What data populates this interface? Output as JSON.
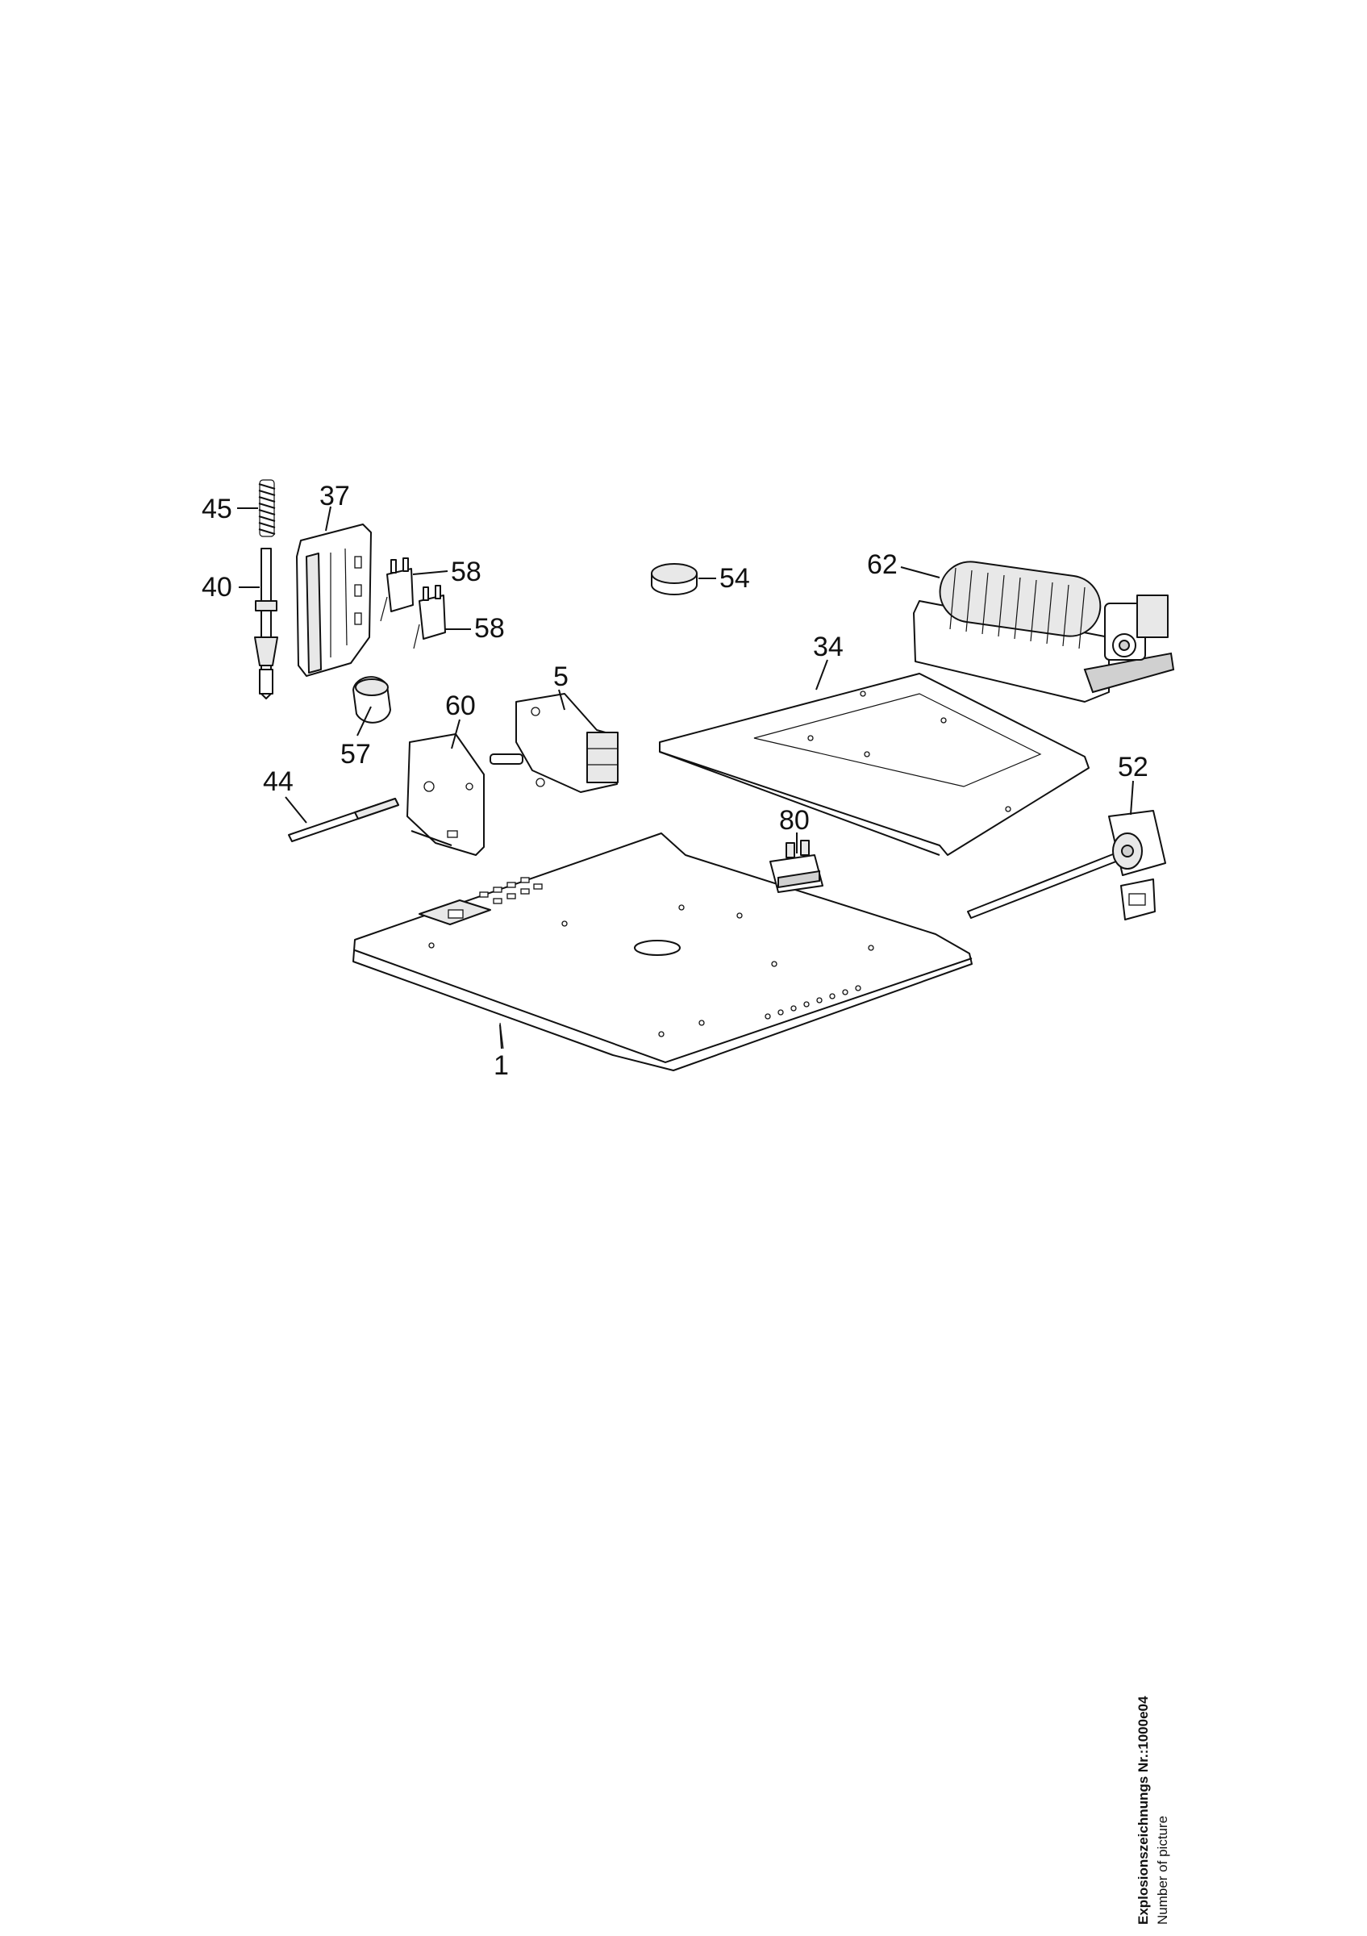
{
  "callouts": [
    {
      "id": "45",
      "text": "45"
    },
    {
      "id": "37",
      "text": "37"
    },
    {
      "id": "40",
      "text": "40"
    },
    {
      "id": "58a",
      "text": "58"
    },
    {
      "id": "58b",
      "text": "58"
    },
    {
      "id": "54",
      "text": "54"
    },
    {
      "id": "62",
      "text": "62"
    },
    {
      "id": "34",
      "text": "34"
    },
    {
      "id": "5",
      "text": "5"
    },
    {
      "id": "60",
      "text": "60"
    },
    {
      "id": "57",
      "text": "57"
    },
    {
      "id": "44",
      "text": "44"
    },
    {
      "id": "52",
      "text": "52"
    },
    {
      "id": "80",
      "text": "80"
    },
    {
      "id": "1",
      "text": "1"
    }
  ],
  "caption": {
    "title": "Explosionszeichnungs Nr.:1000e04",
    "subtitle": "Number of picture"
  }
}
